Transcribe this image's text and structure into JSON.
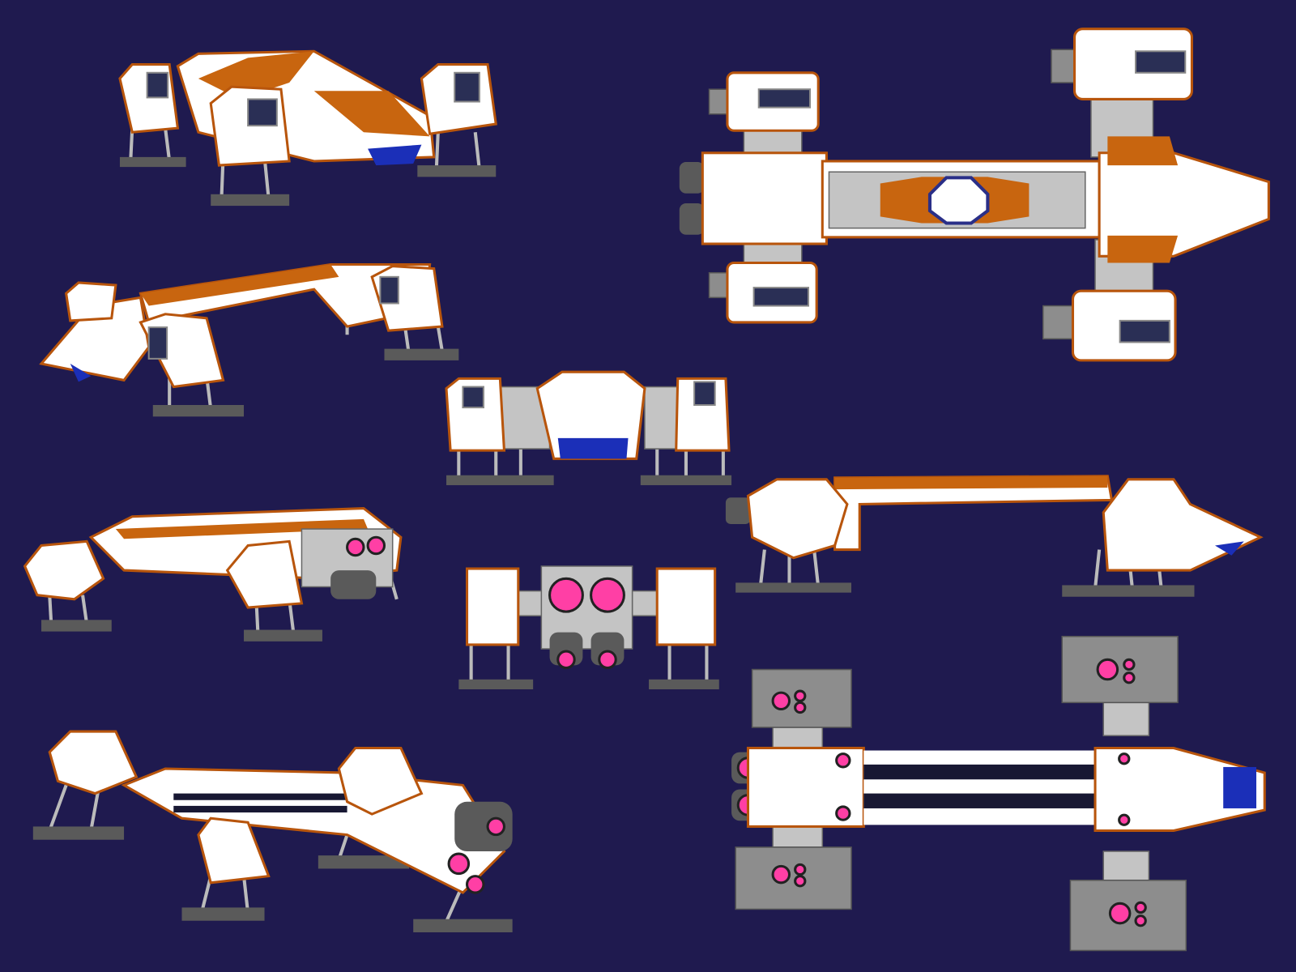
{
  "scene": {
    "subject": "spaceship-model-views",
    "views": [
      "perspective-front",
      "perspective-side",
      "perspective-rear",
      "perspective-low",
      "top",
      "front",
      "rear",
      "side",
      "bottom"
    ]
  },
  "colors": {
    "background": "#1f1a4f",
    "hull": "#ffffff",
    "trim": "#c8650f",
    "metal": "#8d8d8d",
    "window": "#2a2f55",
    "engine_glow": "#ff3fa5",
    "accent": "#1b2fb8"
  }
}
